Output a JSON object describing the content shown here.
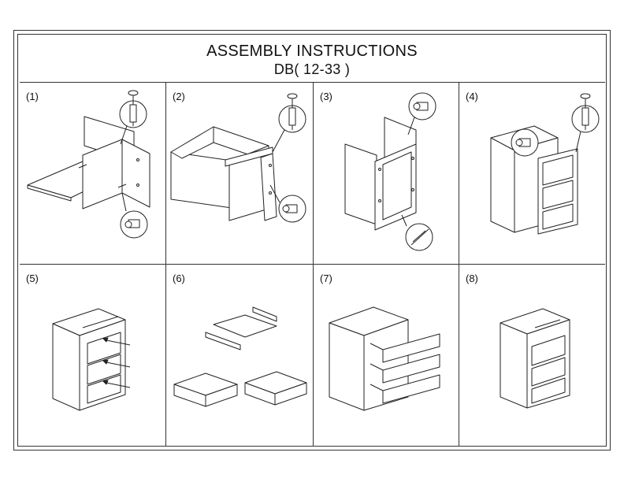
{
  "document": {
    "title": "ASSEMBLY INSTRUCTIONS",
    "model": "DB( 12-33 )"
  },
  "steps": [
    {
      "label": "(1)"
    },
    {
      "label": "(2)"
    },
    {
      "label": "(3)"
    },
    {
      "label": "(4)"
    },
    {
      "label": "(5)"
    },
    {
      "label": "(6)"
    },
    {
      "label": "(7)"
    },
    {
      "label": "(8)"
    }
  ]
}
